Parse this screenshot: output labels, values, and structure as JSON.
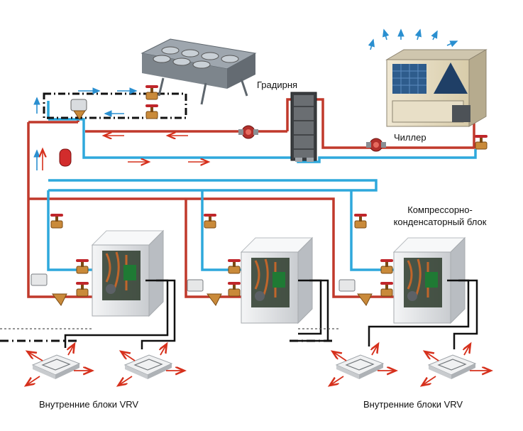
{
  "labels": {
    "cooling_tower": "Градирня",
    "chiller": "Чиллер",
    "compressor_unit_line1": "Компрессорно-",
    "compressor_unit_line2": "конденсаторный блок",
    "indoor_units_left": "Внутренние блоки VRV",
    "indoor_units_right": "Внутренние блоки VRV"
  },
  "colors": {
    "hot_pipe": "#c0392b",
    "cold_pipe": "#2ea8dc",
    "arrow_hot": "#d6301c",
    "arrow_cold": "#2a8fd0",
    "unit_body": "#e4e6e8",
    "unit_shadow": "#b7bbbf",
    "signal_line": "#111111"
  },
  "icons": [
    "dry-cooler",
    "cooling-tower-heat-exchanger",
    "chiller",
    "circulation-pump",
    "expansion-tank",
    "three-way-valve",
    "ball-valve",
    "strainer",
    "water-source-vrv-unit",
    "cassette-indoor-unit"
  ]
}
